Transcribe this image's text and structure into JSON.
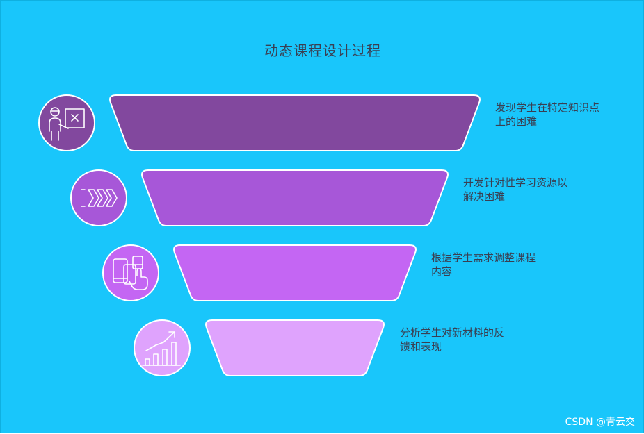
{
  "title": "动态课程设计过程",
  "steps": [
    {
      "icon": "teacher-board-icon",
      "color": "#82489e",
      "lines": [
        "发现学生在特定知识点",
        "上的困难"
      ]
    },
    {
      "icon": "chevrons-right-icon",
      "color": "#a757d8",
      "lines": [
        "开发针对性学习资源以",
        "解决困难"
      ]
    },
    {
      "icon": "devices-touch-icon",
      "color": "#c466f3",
      "lines": [
        "根据学生需求调整课程",
        "内容"
      ]
    },
    {
      "icon": "growth-chart-icon",
      "color": "#dfa3fd",
      "lines": [
        "分析学生对新材料的反",
        "馈和表现"
      ]
    }
  ],
  "watermark": "CSDN @青云交"
}
